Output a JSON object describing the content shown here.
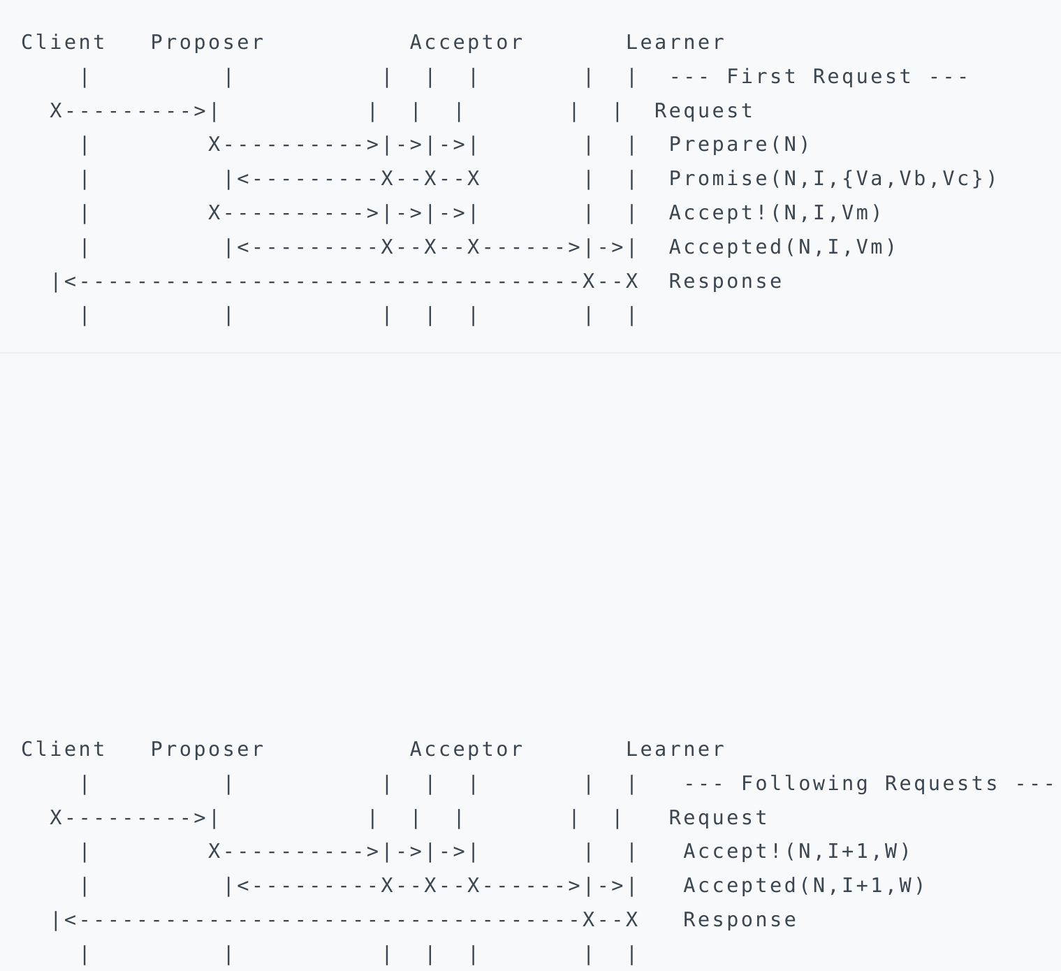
{
  "page": {
    "title": "Paxos Message Flow",
    "background_color": "#f7f9fb",
    "text_color": "#3c4650",
    "divider_color": "#eceff3"
  },
  "blocks": [
    {
      "id": "first-request",
      "phase_label": "--- First Request ---",
      "columns": [
        "Client",
        "Proposer",
        "Acceptor",
        "Learner"
      ],
      "header_line": "Client   Proposer          Acceptor       Learner",
      "messages": [
        "Request",
        "Prepare(N)",
        "Promise(N,I,{Va,Vb,Vc})",
        "Accept!(N,I,Vm)",
        "Accepted(N,I,Vm)",
        "Response"
      ],
      "ascii": "Client   Proposer          Acceptor       Learner\n    |         |          |  |  |       |  |  --- First Request ---\n  X--------->|          |  |  |       |  |  Request\n    |        X---------->|->|->|       |  |  Prepare(N)\n    |         |<---------X--X--X       |  |  Promise(N,I,{Va,Vb,Vc})\n    |        X---------->|->|->|       |  |  Accept!(N,I,Vm)\n    |         |<---------X--X--X------>|->|  Accepted(N,I,Vm)\n  |<-----------------------------------X--X  Response\n    |         |          |  |  |       |  |"
    },
    {
      "id": "following-requests",
      "phase_label": "--- Following Requests ---",
      "columns": [
        "Client",
        "Proposer",
        "Acceptor",
        "Learner"
      ],
      "header_line": "Client   Proposer          Acceptor       Learner",
      "messages": [
        "Request",
        "Accept!(N,I+1,W)",
        "Accepted(N,I+1,W)",
        "Response"
      ],
      "ascii": "Client   Proposer          Acceptor       Learner\n    |         |          |  |  |       |  |   --- Following Requests ---\n  X--------->|          |  |  |       |  |   Request\n    |        X---------->|->|->|       |  |   Accept!(N,I+1,W)\n    |         |<---------X--X--X------>|->|   Accepted(N,I+1,W)\n  |<-----------------------------------X--X   Response\n    |         |          |  |  |       |  |"
    }
  ]
}
